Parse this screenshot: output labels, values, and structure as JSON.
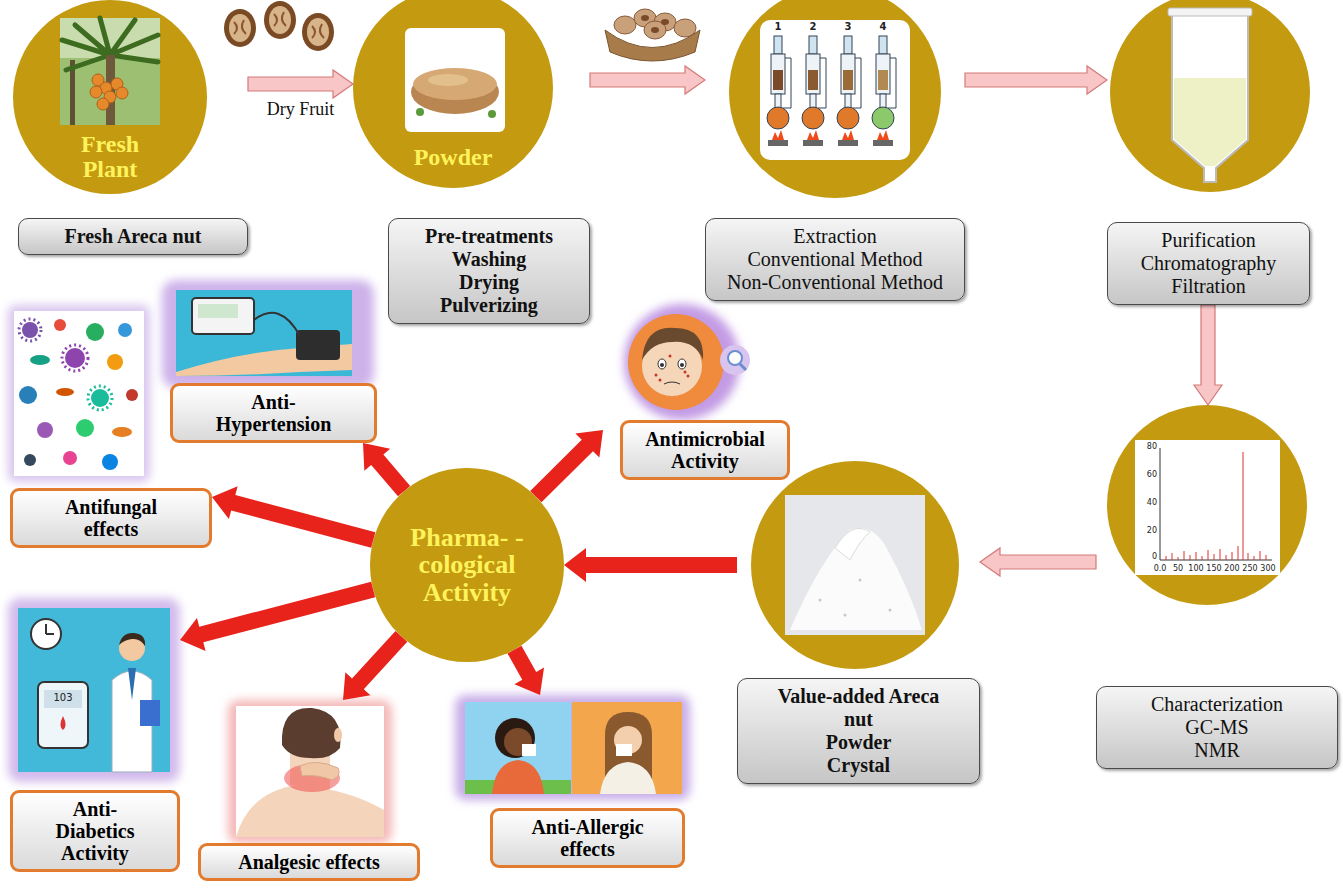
{
  "diagram": {
    "nodes": [
      {
        "text": [
          "Fresh Plant",
          "Fresh Areca nut"
        ]
      },
      {
        "text": [
          "Powder",
          "Pre-treatments",
          "Washing",
          "Drying",
          "Pulverizing"
        ]
      },
      {
        "text": [
          "Extraction",
          "Conventional Method",
          "Non-Conventional Method"
        ]
      },
      {
        "text": [
          "Purification",
          "Chromatography",
          "Filtration"
        ]
      },
      {
        "text": [
          "Characterization",
          "GC-MS",
          "NMR"
        ]
      },
      {
        "text": [
          "Value-added Areca nut",
          "Powder",
          "Crystal"
        ]
      },
      {
        "text": [
          "Pharma- -cological Activity"
        ]
      },
      {
        "text": [
          "Anti- Hypertension"
        ]
      },
      {
        "text": [
          "Antimicrobial Activity"
        ]
      },
      {
        "text": [
          "Antifungal effects"
        ]
      },
      {
        "text": [
          "Anti- Diabetics Activity"
        ]
      },
      {
        "text": [
          "Analgesic effects"
        ]
      },
      {
        "text": [
          "Anti-Allergic effects"
        ]
      }
    ],
    "edges": [
      {
        "from": 0,
        "to": 1,
        "label": "Dry Fruit",
        "arrow": "to"
      },
      {
        "from": 1,
        "to": 2,
        "arrow": "to"
      },
      {
        "from": 2,
        "to": 3,
        "arrow": "to"
      },
      {
        "from": 3,
        "to": 4,
        "arrow": "to"
      },
      {
        "from": 4,
        "to": 5,
        "arrow": "to"
      },
      {
        "from": 5,
        "to": 6,
        "arrow": "to"
      },
      {
        "from": 6,
        "to": 7,
        "arrow": "to"
      },
      {
        "from": 6,
        "to": 8,
        "arrow": "to"
      },
      {
        "from": 6,
        "to": 9,
        "arrow": "to"
      },
      {
        "from": 6,
        "to": 10,
        "arrow": "to"
      },
      {
        "from": 6,
        "to": 11,
        "arrow": "to"
      },
      {
        "from": 6,
        "to": 12,
        "arrow": "to"
      }
    ],
    "labels": [
      "1",
      "2",
      "3",
      "4",
      "80",
      "60",
      "40",
      "20",
      "0",
      "0.0",
      "50",
      "100",
      "150",
      "200",
      "250",
      "300",
      "103"
    ]
  }
}
